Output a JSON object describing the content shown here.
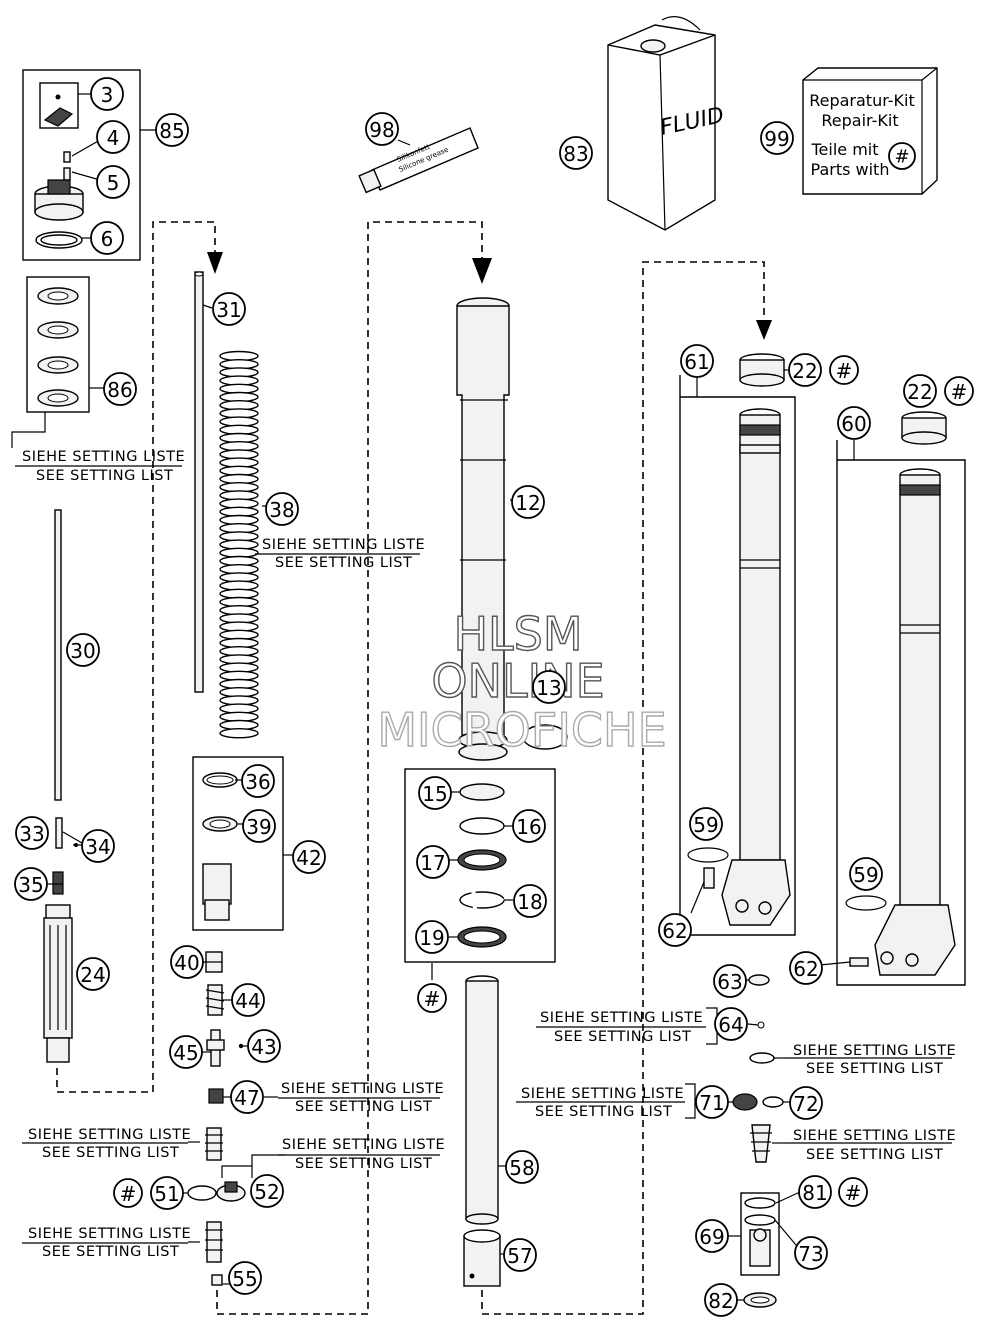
{
  "callouts": {
    "c3": "3",
    "c4": "4",
    "c5": "5",
    "c6": "6",
    "c85": "85",
    "c86": "86",
    "c31": "31",
    "c38": "38",
    "c30": "30",
    "c33": "33",
    "c34": "34",
    "c35": "35",
    "c24": "24",
    "c36": "36",
    "c39": "39",
    "c42": "42",
    "c40": "40",
    "c44": "44",
    "c45": "45",
    "c43": "43",
    "c47": "47",
    "c51": "51",
    "c52": "52",
    "c55": "55",
    "c98": "98",
    "c12": "12",
    "c13": "13",
    "c15": "15",
    "c16": "16",
    "c17": "17",
    "c18": "18",
    "c19": "19",
    "c58": "58",
    "c57": "57",
    "c83": "83",
    "c99": "99",
    "c61": "61",
    "c22a": "22",
    "c22b": "22",
    "c60": "60",
    "c59a": "59",
    "c59b": "59",
    "c62a": "62",
    "c62b": "62",
    "c63": "63",
    "c64": "64",
    "c71": "71",
    "c72": "72",
    "c81": "81",
    "c69": "69",
    "c73": "73",
    "c82": "82",
    "h1": "#",
    "h2": "#",
    "h3": "#",
    "h4": "#",
    "h5": "#",
    "h6": "#"
  },
  "setting_list": {
    "de": "SIEHE SETTING LISTE",
    "en": "SEE SETTING LIST"
  },
  "repair_kit": {
    "line1": "Reparatur-Kit",
    "line2": "Repair-Kit",
    "line3": "Teile mit",
    "line4": "Parts with",
    "symbol": "#"
  },
  "fluid_can": {
    "label": "FLUID"
  },
  "grease_tube": {
    "line1": "Silikonfett",
    "line2": "Silicone grease"
  },
  "watermark": {
    "line1": "HLSM",
    "line2": "ONLINE",
    "line3": "MICROFICHE"
  },
  "colors": {
    "line": "#000000",
    "background": "#ffffff",
    "part_fill": "#f2f2f2"
  }
}
